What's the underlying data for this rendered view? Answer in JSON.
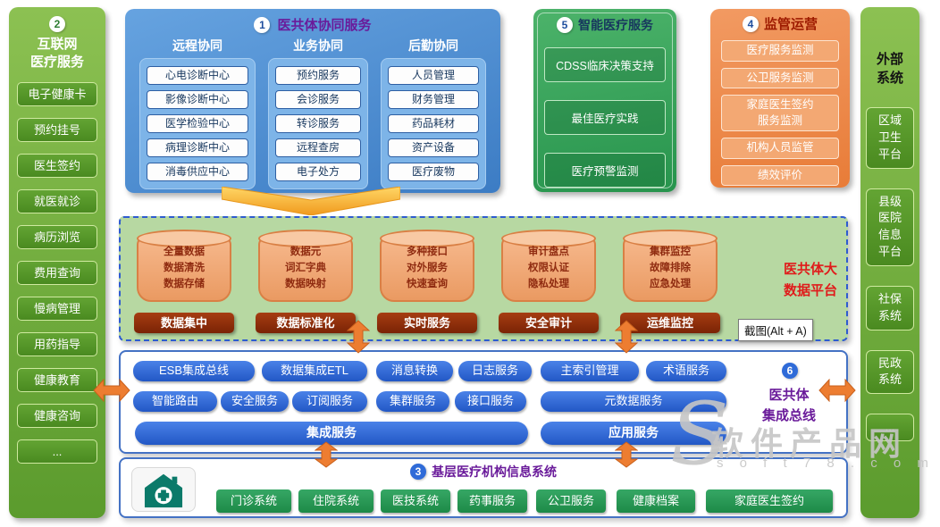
{
  "left_sidebar": {
    "badge": "2",
    "title": "互联网\n医疗服务",
    "items": [
      "电子健康卡",
      "预约挂号",
      "医生签约",
      "就医就诊",
      "病历浏览",
      "费用查询",
      "慢病管理",
      "用药指导",
      "健康教育",
      "健康咨询",
      "..."
    ]
  },
  "collab": {
    "badge": "1",
    "title": "医共体协同服务",
    "columns": [
      {
        "header": "远程协同",
        "items": [
          "心电诊断中心",
          "影像诊断中心",
          "医学检验中心",
          "病理诊断中心",
          "消毒供应中心"
        ]
      },
      {
        "header": "业务协同",
        "items": [
          "预约服务",
          "会诊服务",
          "转诊服务",
          "远程查房",
          "电子处方"
        ]
      },
      {
        "header": "后勤协同",
        "items": [
          "人员管理",
          "财务管理",
          "药品耗材",
          "资产设备",
          "医疗废物"
        ]
      }
    ]
  },
  "smart": {
    "badge": "5",
    "title": "智能医疗服务",
    "items": [
      "CDSS临床决策支持",
      "最佳医疗实践",
      "医疗预警监测"
    ]
  },
  "supervision": {
    "badge": "4",
    "title": "监管运营",
    "items": [
      "医疗服务监测",
      "公卫服务监测",
      "家庭医生签约\n服务监测",
      "机构人员监管",
      "绩效评价"
    ]
  },
  "platform": {
    "title": "医共体大\n数据平台",
    "groups": [
      {
        "cylinder": "全量数据\n数据清洗\n数据存储",
        "label": "数据集中"
      },
      {
        "cylinder": "数据元\n词汇字典\n数据映射",
        "label": "数据标准化"
      },
      {
        "cylinder": "多种接口\n对外服务\n快速查询",
        "label": "实时服务"
      },
      {
        "cylinder": "审计盘点\n权限认证\n隐私处理",
        "label": "安全审计"
      },
      {
        "cylinder": "集群监控\n故障排除\n应急处理",
        "label": "运维监控"
      }
    ]
  },
  "bus": {
    "badge": "6",
    "title": "医共体\n集成总线",
    "row1": [
      "ESB集成总线",
      "数据集成ETL",
      "消息转换",
      "日志服务",
      "主索引管理",
      "术语服务"
    ],
    "row2": [
      "智能路由",
      "安全服务",
      "订阅服务",
      "集群服务",
      "接口服务",
      "元数据服务"
    ],
    "row3": [
      "集成服务",
      "应用服务"
    ]
  },
  "base": {
    "badge": "3",
    "title": "基层医疗机构信息系统",
    "items": [
      "门诊系统",
      "住院系统",
      "医技系统",
      "药事服务",
      "公卫服务",
      "健康档案",
      "家庭医生签约"
    ]
  },
  "right_sidebar": {
    "title": "外部\n系统",
    "items": [
      "区域\n卫生\n平台",
      "县级\n医院\n信息\n平台",
      "社保\n系统",
      "民政\n系统",
      "..."
    ]
  },
  "tooltip": {
    "text": "截图(Alt + A)"
  },
  "watermark": {
    "letter": "S",
    "name": "软件产品网",
    "domain": "s o f t 7 8 . c o m"
  },
  "colors": {
    "side_panel_green": "#6aa936",
    "collab_blue": "#4a8fd3",
    "smart_green": "#35a857",
    "supervision_orange": "#ee8a4c",
    "platform_green": "#b7d8a2",
    "platform_border_blue": "#2e5bd0",
    "cylinder_orange": "#f0a673",
    "label_maroon": "#8b2e0e",
    "bus_button_blue": "#2f6bd8",
    "base_button_green": "#2a9a56",
    "arrow_orange": "#ed7d31",
    "gold_arrow": "#f5b528",
    "title_purple": "#6a1b9a",
    "title_red": "#e01b1b"
  }
}
